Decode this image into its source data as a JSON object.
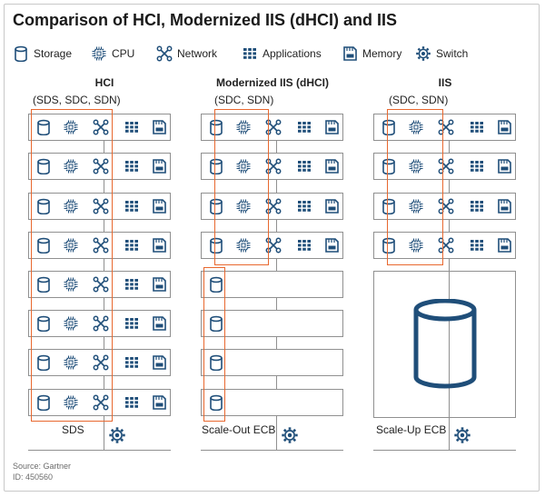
{
  "title": "Comparison of HCI, Modernized IIS (dHCI) and IIS",
  "legend": [
    {
      "icon": "storage-icon",
      "label": "Storage"
    },
    {
      "icon": "cpu-icon",
      "label": "CPU"
    },
    {
      "icon": "network-icon",
      "label": "Network"
    },
    {
      "icon": "applications-icon",
      "label": "Applications"
    },
    {
      "icon": "memory-icon",
      "label": "Memory"
    },
    {
      "icon": "switch-icon",
      "label": "Switch"
    }
  ],
  "columns": [
    {
      "key": "hci",
      "title": "HCI",
      "subtitle": "(SDS, SDC, SDN)",
      "bottom_label": "SDS",
      "rows": 8,
      "full_rows": 8
    },
    {
      "key": "dhci",
      "title": "Modernized IIS (dHCI)",
      "subtitle": "(SDC, SDN)",
      "bottom_label": "Scale-Out ECB",
      "rows": 8,
      "full_rows": 4
    },
    {
      "key": "iis",
      "title": "IIS",
      "subtitle": "(SDC, SDN)",
      "bottom_label": "Scale-Up ECB",
      "rows": 4,
      "full_rows": 4
    }
  ],
  "source": {
    "line1": "Source: Gartner",
    "line2": "ID: 450560"
  },
  "colors": {
    "icon": "#1f4e79",
    "highlight": "#e8682f",
    "border": "#909090"
  }
}
